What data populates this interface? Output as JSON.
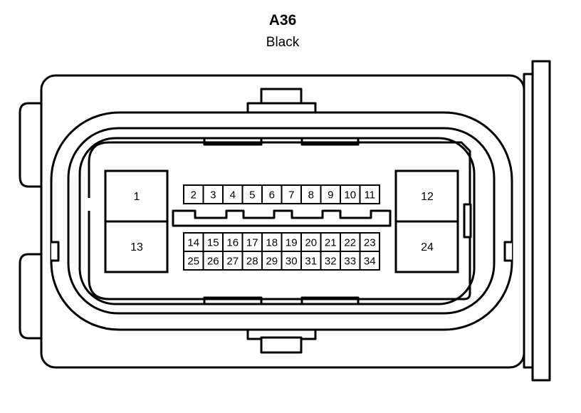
{
  "connector": {
    "id": "A36",
    "color": "Black"
  },
  "pins": {
    "large_top_left": "1",
    "large_bottom_left": "13",
    "large_top_right": "12",
    "large_bottom_right": "24",
    "small_top_row": [
      "2",
      "3",
      "4",
      "5",
      "6",
      "7",
      "8",
      "9",
      "10",
      "11"
    ],
    "small_mid_row": [
      "14",
      "15",
      "16",
      "17",
      "18",
      "19",
      "20",
      "21",
      "22",
      "23"
    ],
    "small_bottom_row": [
      "25",
      "26",
      "27",
      "28",
      "29",
      "30",
      "31",
      "32",
      "33",
      "34"
    ]
  }
}
